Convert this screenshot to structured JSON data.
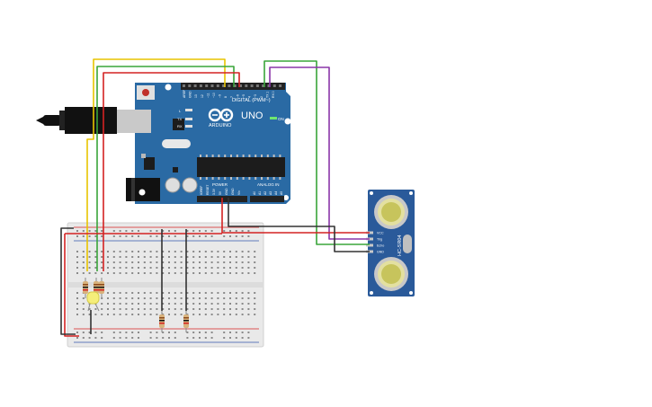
{
  "arduino": {
    "brand": "ARDUINO",
    "model": "UNO",
    "digital_label": "DIGITAL (PWM~)",
    "power_label": "POWER",
    "analog_label": "ANALOG IN",
    "on_label": "ON",
    "tx_label": "TX",
    "rx_label": "RX",
    "l_label": "L",
    "pin_labels_top": [
      "AREF",
      "GND",
      "13",
      "12",
      "~11",
      "~10",
      "~9",
      "8",
      "7",
      "~6",
      "~5",
      "4",
      "~3",
      "2",
      "TX 1",
      "RX 0"
    ],
    "pin_labels_power": [
      "IOREF",
      "RESET",
      "3.3V",
      "5V",
      "GND",
      "GND",
      "Vin"
    ],
    "pin_labels_analog": [
      "A0",
      "A1",
      "A2",
      "A3",
      "A4",
      "A5"
    ]
  },
  "sensor": {
    "model": "HC-SR04",
    "pins": [
      "VCC",
      "Trig",
      "Echo",
      "GND"
    ]
  },
  "colors": {
    "board": "#2a6aa4",
    "wire_yellow": "#e8c400",
    "wire_green": "#3aa53a",
    "wire_red": "#d42222",
    "wire_purple": "#8a35a8",
    "wire_black": "#333333",
    "led": "#f5ee7a",
    "breadboard": "#e9e9e9"
  }
}
